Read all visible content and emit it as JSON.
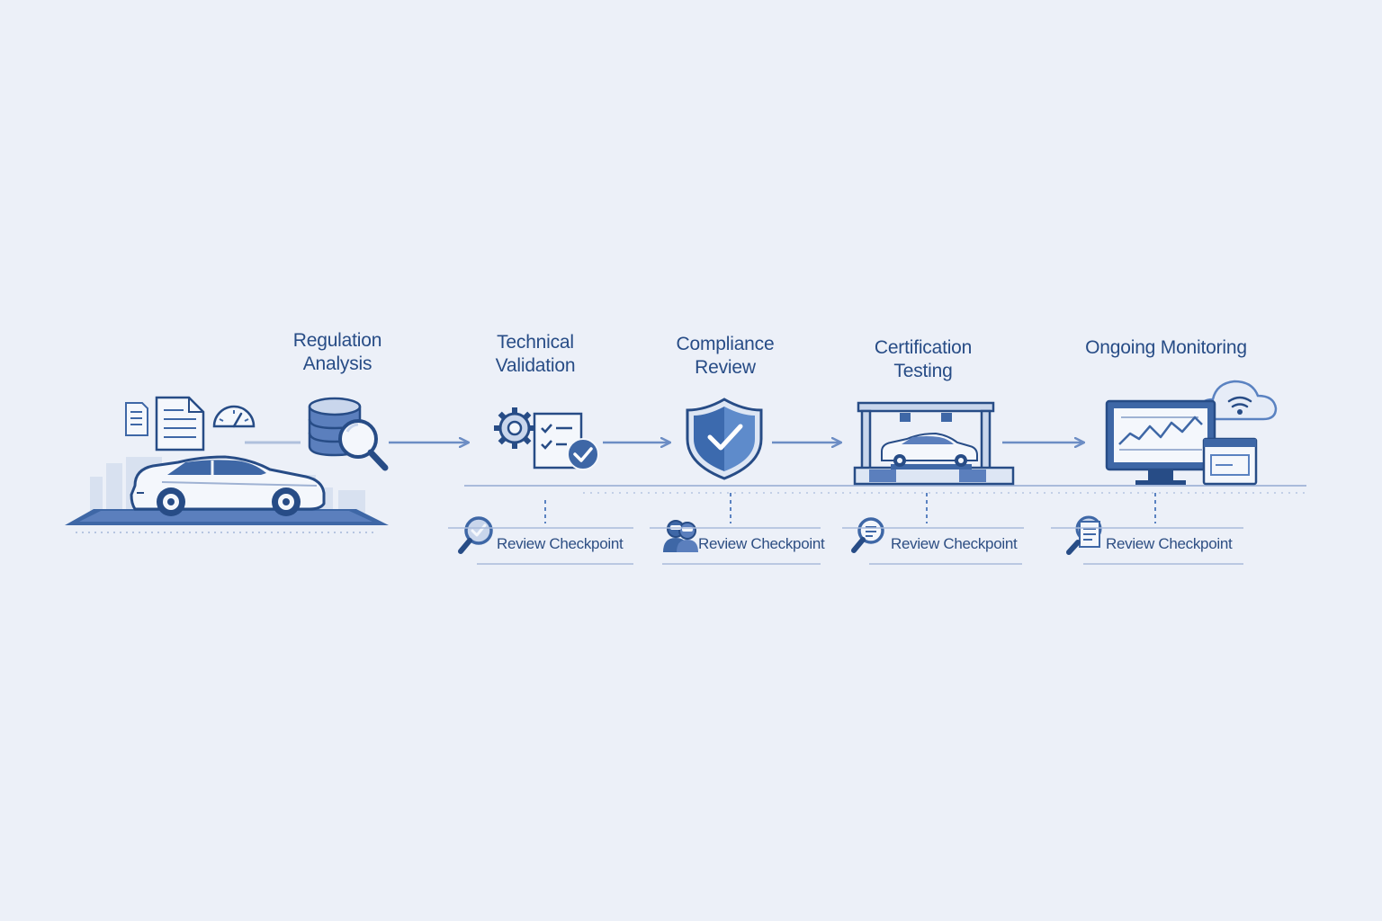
{
  "stages": [
    {
      "title_line1": "Regulation",
      "title_line2": "Analysis",
      "icon": "database-search-icon"
    },
    {
      "title_line1": "Technical",
      "title_line2": "Validation",
      "icon": "gear-checklist-icon"
    },
    {
      "title_line1": "Compliance",
      "title_line2": "Review",
      "icon": "shield-check-icon"
    },
    {
      "title_line1": "Certification",
      "title_line2": "Testing",
      "icon": "test-rig-car-icon"
    },
    {
      "title_line1": "Ongoing Monitoring",
      "title_line2": "",
      "icon": "monitor-cloud-icon"
    }
  ],
  "checkpoints": [
    {
      "label": "Review Checkpoint",
      "icon": "magnifier-check-icon"
    },
    {
      "label": "Review Checkpoint",
      "icon": "reviewers-icon"
    },
    {
      "label": "Review Checkpoint",
      "icon": "magnifier-document-icon"
    },
    {
      "label": "Review Checkpoint",
      "icon": "magnifier-report-icon"
    }
  ],
  "start_scene": {
    "icons": [
      "document-icon",
      "document-icon",
      "speedometer-icon",
      "car-icon"
    ]
  },
  "colors": {
    "background": "#ECF0F8",
    "primary": "#274C86",
    "accent": "#5A82C1",
    "light_fill": "#C9D6EC",
    "line": "#9FB2D3"
  }
}
